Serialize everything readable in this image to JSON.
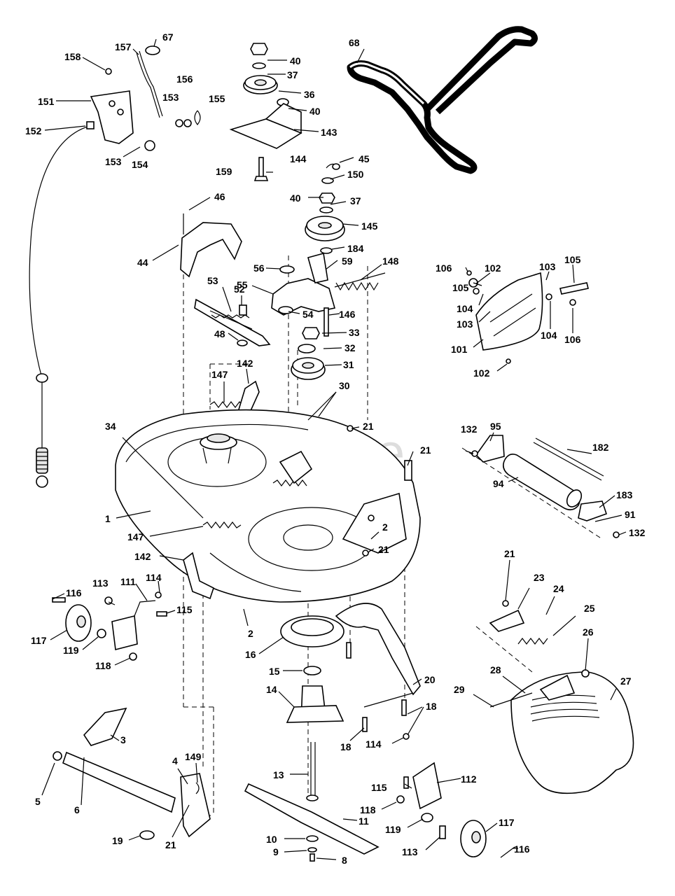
{
  "watermark": "PartsTree",
  "part_numbers": [
    "1",
    "2",
    "3",
    "4",
    "5",
    "6",
    "8",
    "9",
    "10",
    "11",
    "13",
    "14",
    "15",
    "16",
    "18",
    "19",
    "20",
    "21",
    "23",
    "24",
    "25",
    "26",
    "27",
    "28",
    "29",
    "30",
    "31",
    "32",
    "33",
    "34",
    "36",
    "37",
    "40",
    "44",
    "45",
    "46",
    "48",
    "52",
    "53",
    "54",
    "55",
    "56",
    "59",
    "67",
    "68",
    "91",
    "94",
    "95",
    "101",
    "102",
    "103",
    "104",
    "105",
    "106",
    "111",
    "112",
    "113",
    "114",
    "115",
    "116",
    "117",
    "118",
    "119",
    "132",
    "142",
    "143",
    "144",
    "145",
    "146",
    "147",
    "148",
    "149",
    "150",
    "151",
    "152",
    "153",
    "154",
    "155",
    "156",
    "157",
    "158",
    "159",
    "182",
    "183",
    "184"
  ],
  "callouts": [
    {
      "id": "c158",
      "text": "158"
    },
    {
      "id": "c157",
      "text": "157"
    },
    {
      "id": "c67",
      "text": "67"
    },
    {
      "id": "c156",
      "text": "156"
    },
    {
      "id": "c151",
      "text": "151"
    },
    {
      "id": "c153a",
      "text": "153"
    },
    {
      "id": "c155",
      "text": "155"
    },
    {
      "id": "c152",
      "text": "152"
    },
    {
      "id": "c153b",
      "text": "153"
    },
    {
      "id": "c154",
      "text": "154"
    },
    {
      "id": "c40a",
      "text": "40"
    },
    {
      "id": "c37a",
      "text": "37"
    },
    {
      "id": "c36",
      "text": "36"
    },
    {
      "id": "c40b",
      "text": "40"
    },
    {
      "id": "c143",
      "text": "143"
    },
    {
      "id": "c144",
      "text": "144"
    },
    {
      "id": "c159",
      "text": "159"
    },
    {
      "id": "c68",
      "text": "68"
    },
    {
      "id": "c45",
      "text": "45"
    },
    {
      "id": "c150",
      "text": "150"
    },
    {
      "id": "c40c",
      "text": "40"
    },
    {
      "id": "c37b",
      "text": "37"
    },
    {
      "id": "c145",
      "text": "145"
    },
    {
      "id": "c184",
      "text": "184"
    },
    {
      "id": "c46",
      "text": "46"
    },
    {
      "id": "c44",
      "text": "44"
    },
    {
      "id": "c56",
      "text": "56"
    },
    {
      "id": "c59",
      "text": "59"
    },
    {
      "id": "c148",
      "text": "148"
    },
    {
      "id": "c55",
      "text": "55"
    },
    {
      "id": "c53",
      "text": "53"
    },
    {
      "id": "c52",
      "text": "52"
    },
    {
      "id": "c146",
      "text": "146"
    },
    {
      "id": "c54",
      "text": "54"
    },
    {
      "id": "c48",
      "text": "48"
    },
    {
      "id": "c33",
      "text": "33"
    },
    {
      "id": "c32",
      "text": "32"
    },
    {
      "id": "c31",
      "text": "31"
    },
    {
      "id": "c147a",
      "text": "147"
    },
    {
      "id": "c142a",
      "text": "142"
    },
    {
      "id": "c30",
      "text": "30"
    },
    {
      "id": "c106a",
      "text": "106"
    },
    {
      "id": "c102a",
      "text": "102"
    },
    {
      "id": "c103a",
      "text": "103"
    },
    {
      "id": "c105a",
      "text": "105"
    },
    {
      "id": "c105b",
      "text": "105"
    },
    {
      "id": "c104a",
      "text": "104"
    },
    {
      "id": "c103b",
      "text": "103"
    },
    {
      "id": "c104b",
      "text": "104"
    },
    {
      "id": "c106b",
      "text": "106"
    },
    {
      "id": "c101",
      "text": "101"
    },
    {
      "id": "c102b",
      "text": "102"
    },
    {
      "id": "c34",
      "text": "34"
    },
    {
      "id": "c21a",
      "text": "21"
    },
    {
      "id": "c21b",
      "text": "21"
    },
    {
      "id": "c132a",
      "text": "132"
    },
    {
      "id": "c95",
      "text": "95"
    },
    {
      "id": "c182",
      "text": "182"
    },
    {
      "id": "c94",
      "text": "94"
    },
    {
      "id": "c183",
      "text": "183"
    },
    {
      "id": "c91",
      "text": "91"
    },
    {
      "id": "c132b",
      "text": "132"
    },
    {
      "id": "c1",
      "text": "1"
    },
    {
      "id": "c147b",
      "text": "147"
    },
    {
      "id": "c2a",
      "text": "2"
    },
    {
      "id": "c21c",
      "text": "21"
    },
    {
      "id": "c142b",
      "text": "142"
    },
    {
      "id": "c114a",
      "text": "114"
    },
    {
      "id": "c113a",
      "text": "113"
    },
    {
      "id": "c111",
      "text": "111"
    },
    {
      "id": "c116a",
      "text": "116"
    },
    {
      "id": "c115a",
      "text": "115"
    },
    {
      "id": "c117a",
      "text": "117"
    },
    {
      "id": "c119a",
      "text": "119"
    },
    {
      "id": "c118a",
      "text": "118"
    },
    {
      "id": "c2b",
      "text": "2"
    },
    {
      "id": "c16",
      "text": "16"
    },
    {
      "id": "c15",
      "text": "15"
    },
    {
      "id": "c14",
      "text": "14"
    },
    {
      "id": "c21d",
      "text": "21"
    },
    {
      "id": "c23",
      "text": "23"
    },
    {
      "id": "c24",
      "text": "24"
    },
    {
      "id": "c25",
      "text": "25"
    },
    {
      "id": "c26",
      "text": "26"
    },
    {
      "id": "c27",
      "text": "27"
    },
    {
      "id": "c28",
      "text": "28"
    },
    {
      "id": "c29",
      "text": "29"
    },
    {
      "id": "c20",
      "text": "20"
    },
    {
      "id": "c18a",
      "text": "18"
    },
    {
      "id": "c18b",
      "text": "18"
    },
    {
      "id": "c114b",
      "text": "114"
    },
    {
      "id": "c3",
      "text": "3"
    },
    {
      "id": "c4",
      "text": "4"
    },
    {
      "id": "c149",
      "text": "149"
    },
    {
      "id": "c5",
      "text": "5"
    },
    {
      "id": "c6",
      "text": "6"
    },
    {
      "id": "c13",
      "text": "13"
    },
    {
      "id": "c11",
      "text": "11"
    },
    {
      "id": "c115b",
      "text": "115"
    },
    {
      "id": "c112",
      "text": "112"
    },
    {
      "id": "c118b",
      "text": "118"
    },
    {
      "id": "c119b",
      "text": "119"
    },
    {
      "id": "c117b",
      "text": "117"
    },
    {
      "id": "c10",
      "text": "10"
    },
    {
      "id": "c19",
      "text": "19"
    },
    {
      "id": "c21e",
      "text": "21"
    },
    {
      "id": "c9",
      "text": "9"
    },
    {
      "id": "c8",
      "text": "8"
    },
    {
      "id": "c113b",
      "text": "113"
    },
    {
      "id": "c116b",
      "text": "116"
    }
  ]
}
